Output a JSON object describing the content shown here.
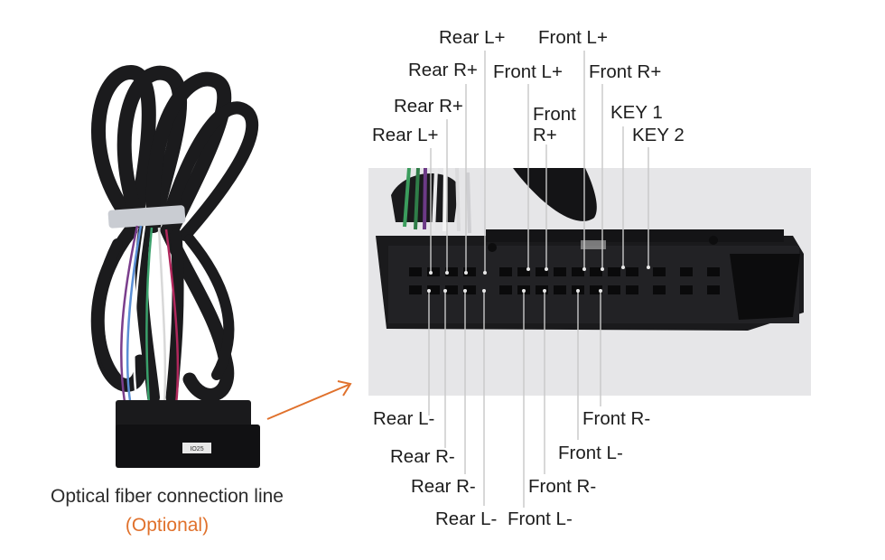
{
  "left_panel": {
    "caption": "Optical fiber connection line",
    "caption_optional": "(Optional)",
    "connector_tag": "IO25"
  },
  "colors": {
    "accent": "#e0712c",
    "leader_line": "#c8c8c8",
    "connector_body": "#1a1a1c",
    "photo_bg": "#e6e6e8"
  },
  "pin_labels": {
    "top": [
      {
        "id": "rear-l-plus-1",
        "text": "Rear L+"
      },
      {
        "id": "rear-r-plus-1",
        "text": "Rear R+"
      },
      {
        "id": "rear-r-plus-2",
        "text": "Rear R+"
      },
      {
        "id": "rear-l-plus-2",
        "text": "Rear L+"
      },
      {
        "id": "front-l-plus-1",
        "text": "Front L+"
      },
      {
        "id": "front-l-plus-2",
        "text": "Front L+"
      },
      {
        "id": "front-r-plus-1",
        "text": "Front R+"
      },
      {
        "id": "front-r-plus-2-line1",
        "text": "Front"
      },
      {
        "id": "front-r-plus-2-line2",
        "text": "R+"
      },
      {
        "id": "key-1",
        "text": "KEY 1"
      },
      {
        "id": "key-2",
        "text": "KEY 2"
      }
    ],
    "bottom": [
      {
        "id": "rear-l-minus-1",
        "text": "Rear L-"
      },
      {
        "id": "rear-r-minus-1",
        "text": "Rear R-"
      },
      {
        "id": "rear-r-minus-2",
        "text": "Rear R-"
      },
      {
        "id": "rear-l-minus-2",
        "text": "Rear L-"
      },
      {
        "id": "front-l-minus-1",
        "text": "Front L-"
      },
      {
        "id": "front-r-minus-1",
        "text": "Front R-"
      },
      {
        "id": "front-l-minus-2",
        "text": "Front L-"
      },
      {
        "id": "front-r-minus-2",
        "text": "Front R-"
      }
    ]
  }
}
